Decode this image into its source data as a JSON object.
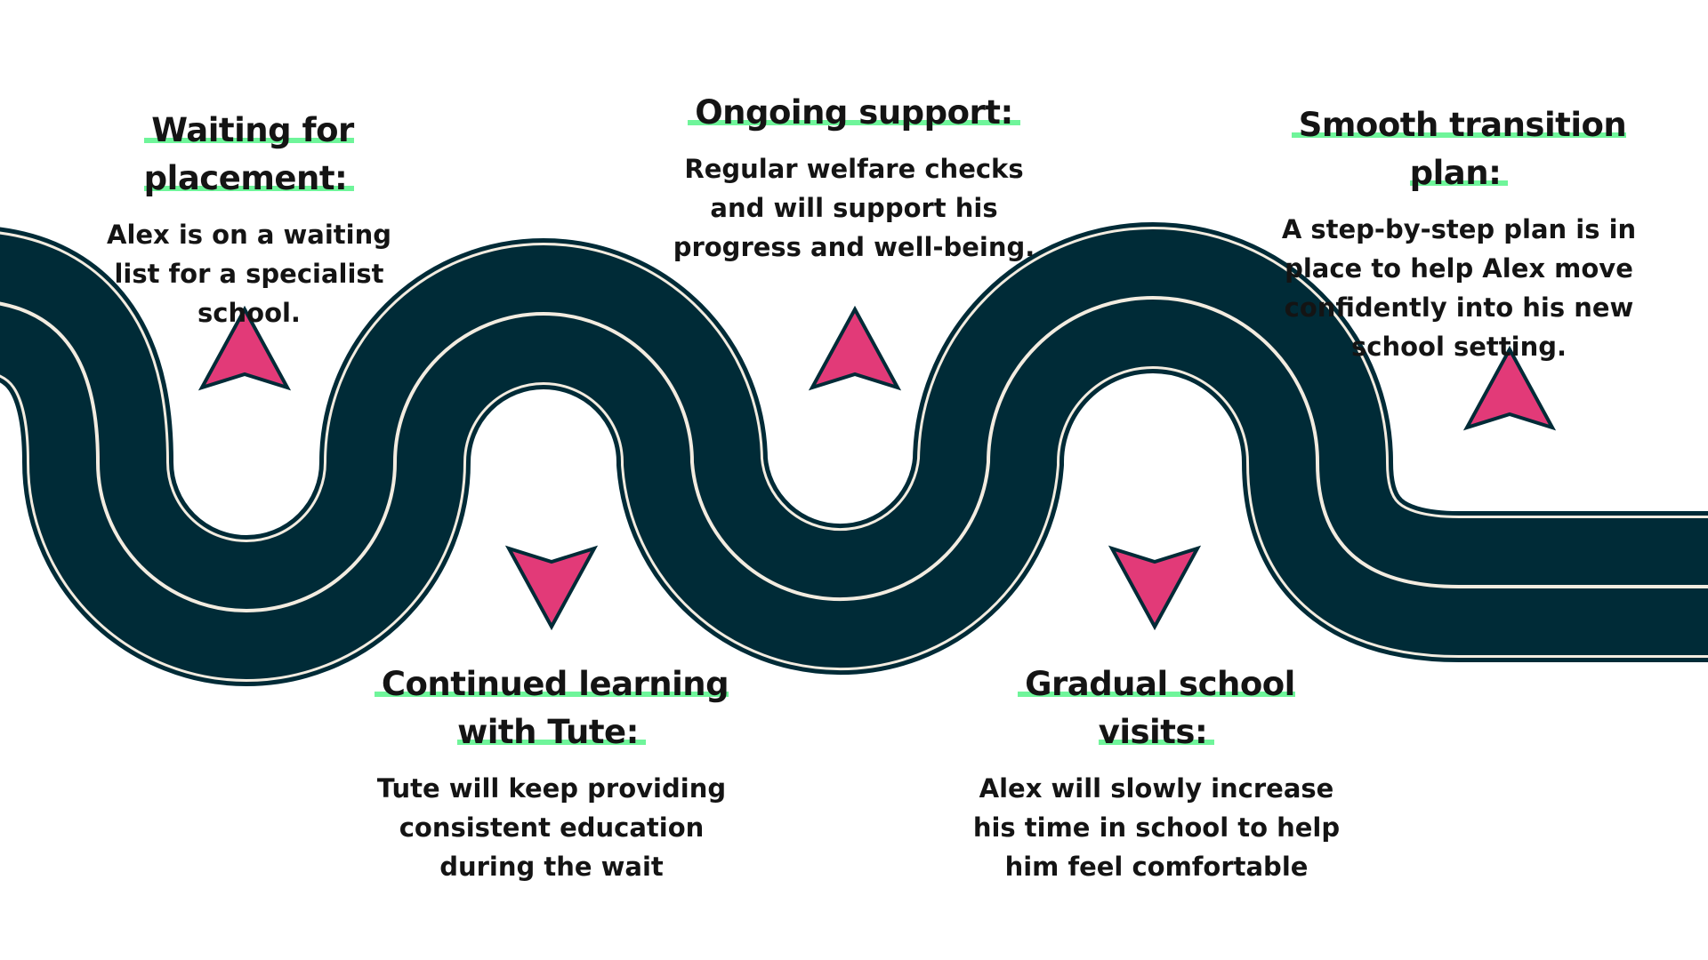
{
  "palette": {
    "road": "#002b37",
    "road_line": "#f3ece0",
    "arrow_fill": "#e23a78",
    "arrow_outline": "#002b37",
    "highlight": "#6ff59a",
    "text": "#141414"
  },
  "milestones": [
    {
      "heading": "Waiting for placement:",
      "body": "Alex is on a waiting\nlist for a specialist\nschool.",
      "arrow": "up"
    },
    {
      "heading": "Continued learning with Tute:",
      "body": "Tute will keep providing\nconsistent education\nduring the wait",
      "arrow": "down"
    },
    {
      "heading": "Ongoing support:",
      "body": "Regular welfare checks\nand  will support his\nprogress and well-being.",
      "arrow": "up"
    },
    {
      "heading": "Gradual school visits:",
      "body": "Alex will slowly increase\nhis time in school to help\nhim feel comfortable",
      "arrow": "down"
    },
    {
      "heading": "Smooth transition plan:",
      "body": "A step-by-step plan is in\nplace to help Alex move\nconfidently into his new\nschool setting.",
      "arrow": "up"
    }
  ]
}
